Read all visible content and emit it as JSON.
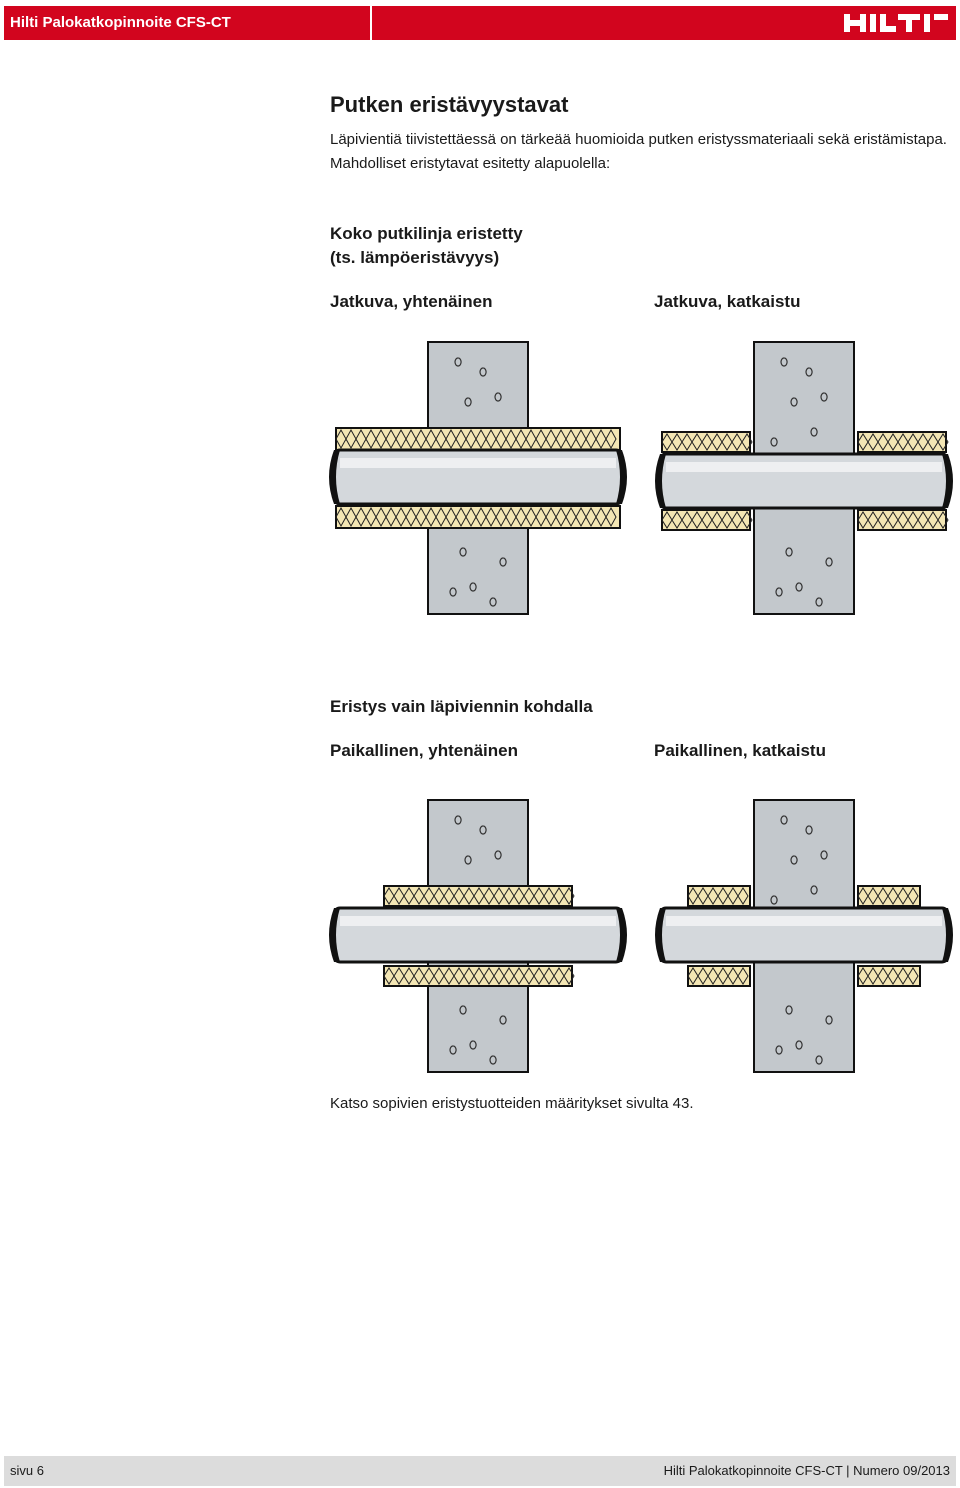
{
  "header": {
    "title": "Hilti Palokatkopinnoite CFS-CT",
    "logo": "HILTI",
    "brand_color": "#d2051e"
  },
  "main": {
    "title": "Putken eristävyystavat",
    "intro": "Läpivientiä tiivistettäessä on tärkeää huomioida putken eristyssmateriaali sekä eristämistapa. Mahdolliset eristytavat esitetty alapuolella:",
    "section1": {
      "title_line1": "Koko putkilinja eristetty",
      "title_line2": "(ts. lämpöeristävyys)",
      "left_label": "Jatkuva, yhtenäinen",
      "right_label": "Jatkuva, katkaistu"
    },
    "section2": {
      "title": "Eristys vain läpiviennin kohdalla",
      "left_label": "Paikallinen, yhtenäinen",
      "right_label": "Paikallinen, katkaistu"
    },
    "footnote": "Katso sopivien eristystuotteiden määritykset sivulta 43."
  },
  "footer": {
    "page": "sivu 6",
    "publication": "Hilti Palokatkopinnoite CFS-CT  |  Numero 09/2013"
  },
  "colors": {
    "concrete": "#c3c8cc",
    "insulation": "#f3e6b4",
    "pipe": "#d4d8dc"
  }
}
